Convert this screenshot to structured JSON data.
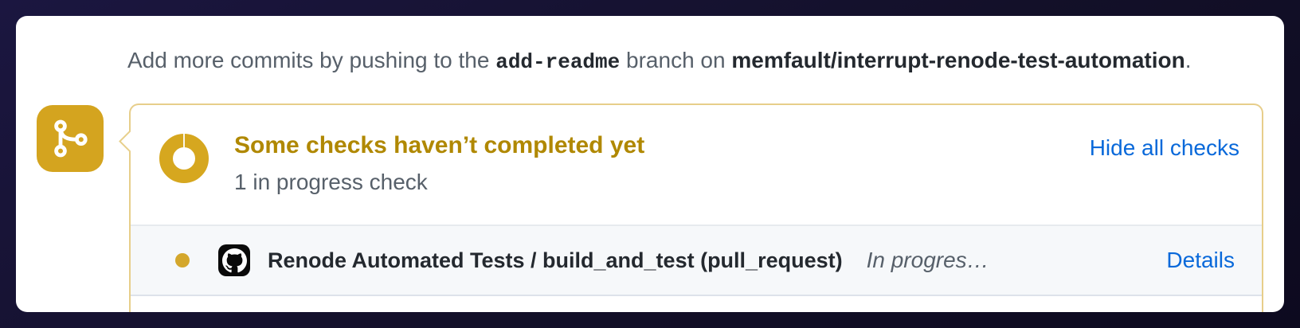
{
  "colors": {
    "accent_gold": "#d4a41f",
    "heading_gold": "#b08800",
    "link_blue": "#0969da",
    "row_background": "#f6f8fa",
    "muted_text": "#57606a",
    "dark_text": "#24292f"
  },
  "push_bar": {
    "prefix": "Add more commits by pushing to the ",
    "branch": "add-readme",
    "middle": " branch on ",
    "repo": "memfault/interrupt-renode-test-automation",
    "suffix": "."
  },
  "checks_panel": {
    "title": "Some checks haven’t completed yet",
    "subtitle": "1 in progress check",
    "hide_all_label": "Hide all checks",
    "rows": [
      {
        "name": "Renode Automated Tests / build_and_test (pull_request)",
        "status_text": "In progres…",
        "details_label": "Details"
      }
    ]
  },
  "icons": {
    "commit_badge": "git-branch-icon",
    "header_status": "in-progress-ring",
    "row_status": "in-progress-dot",
    "row_app": "github-logo"
  }
}
